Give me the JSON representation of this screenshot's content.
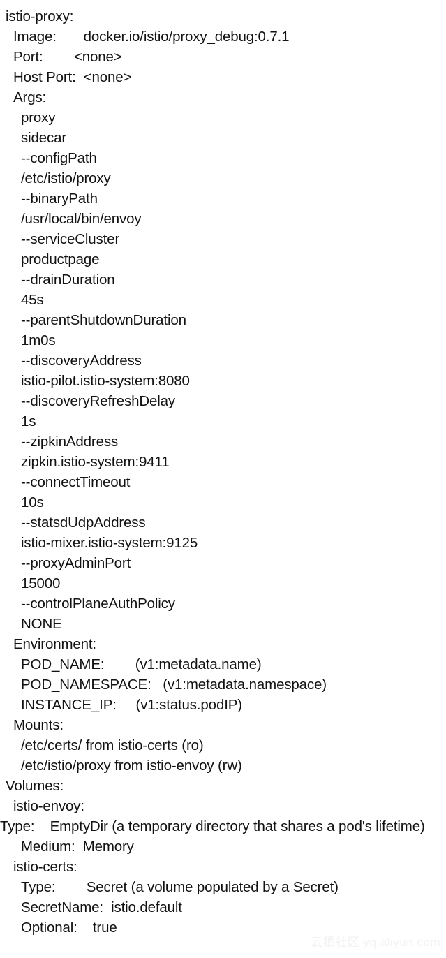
{
  "terminal": {
    "kind": "kubectl-describe-pod-output",
    "background_color": "#ffffff",
    "text_color": "#121212",
    "lines": [
      {
        "indent": 0,
        "text": "istio-proxy:"
      },
      {
        "indent": 1,
        "text": "Image:       docker.io/istio/proxy_debug:0.7.1"
      },
      {
        "indent": 1,
        "text": "Port:        <none>"
      },
      {
        "indent": 1,
        "text": "Host Port:  <none>"
      },
      {
        "indent": 1,
        "text": "Args:"
      },
      {
        "indent": 2,
        "text": "proxy"
      },
      {
        "indent": 2,
        "text": "sidecar"
      },
      {
        "indent": 2,
        "text": "--configPath"
      },
      {
        "indent": 2,
        "text": "/etc/istio/proxy"
      },
      {
        "indent": 2,
        "text": "--binaryPath"
      },
      {
        "indent": 2,
        "text": "/usr/local/bin/envoy"
      },
      {
        "indent": 2,
        "text": "--serviceCluster"
      },
      {
        "indent": 2,
        "text": "productpage"
      },
      {
        "indent": 2,
        "text": "--drainDuration"
      },
      {
        "indent": 2,
        "text": "45s"
      },
      {
        "indent": 2,
        "text": "--parentShutdownDuration"
      },
      {
        "indent": 2,
        "text": "1m0s"
      },
      {
        "indent": 2,
        "text": "--discoveryAddress"
      },
      {
        "indent": 2,
        "text": "istio-pilot.istio-system:8080"
      },
      {
        "indent": 2,
        "text": "--discoveryRefreshDelay"
      },
      {
        "indent": 2,
        "text": "1s"
      },
      {
        "indent": 2,
        "text": "--zipkinAddress"
      },
      {
        "indent": 2,
        "text": "zipkin.istio-system:9411"
      },
      {
        "indent": 2,
        "text": "--connectTimeout"
      },
      {
        "indent": 2,
        "text": "10s"
      },
      {
        "indent": 2,
        "text": "--statsdUdpAddress"
      },
      {
        "indent": 2,
        "text": "istio-mixer.istio-system:9125"
      },
      {
        "indent": 2,
        "text": "--proxyAdminPort"
      },
      {
        "indent": 2,
        "text": "15000"
      },
      {
        "indent": 2,
        "text": "--controlPlaneAuthPolicy"
      },
      {
        "indent": 2,
        "text": "NONE"
      },
      {
        "indent": 1,
        "text": "Environment:"
      },
      {
        "indent": 2,
        "text": "POD_NAME:        (v1:metadata.name)"
      },
      {
        "indent": 2,
        "text": "POD_NAMESPACE:   (v1:metadata.namespace)"
      },
      {
        "indent": 2,
        "text": "INSTANCE_IP:     (v1:status.podIP)"
      },
      {
        "indent": 1,
        "text": "Mounts:"
      },
      {
        "indent": 2,
        "text": "/etc/certs/ from istio-certs (ro)"
      },
      {
        "indent": 2,
        "text": "/etc/istio/proxy from istio-envoy (rw)"
      },
      {
        "indent": 0,
        "text": "Volumes:"
      },
      {
        "indent": 1,
        "text": "istio-envoy:"
      },
      {
        "indent": 2,
        "text": "Type:    EmptyDir (a temporary directory that shares a pod's lifetime)",
        "wrap": true
      },
      {
        "indent": 2,
        "text": "Medium:  Memory"
      },
      {
        "indent": 1,
        "text": "istio-certs:"
      },
      {
        "indent": 2,
        "text": "Type:        Secret (a volume populated by a Secret)"
      },
      {
        "indent": 2,
        "text": "SecretName:  istio.default"
      },
      {
        "indent": 2,
        "text": "Optional:    true"
      }
    ]
  },
  "watermark": {
    "text": "云栖社区 yq.aliyun.com",
    "color": "#f2f2f2"
  }
}
